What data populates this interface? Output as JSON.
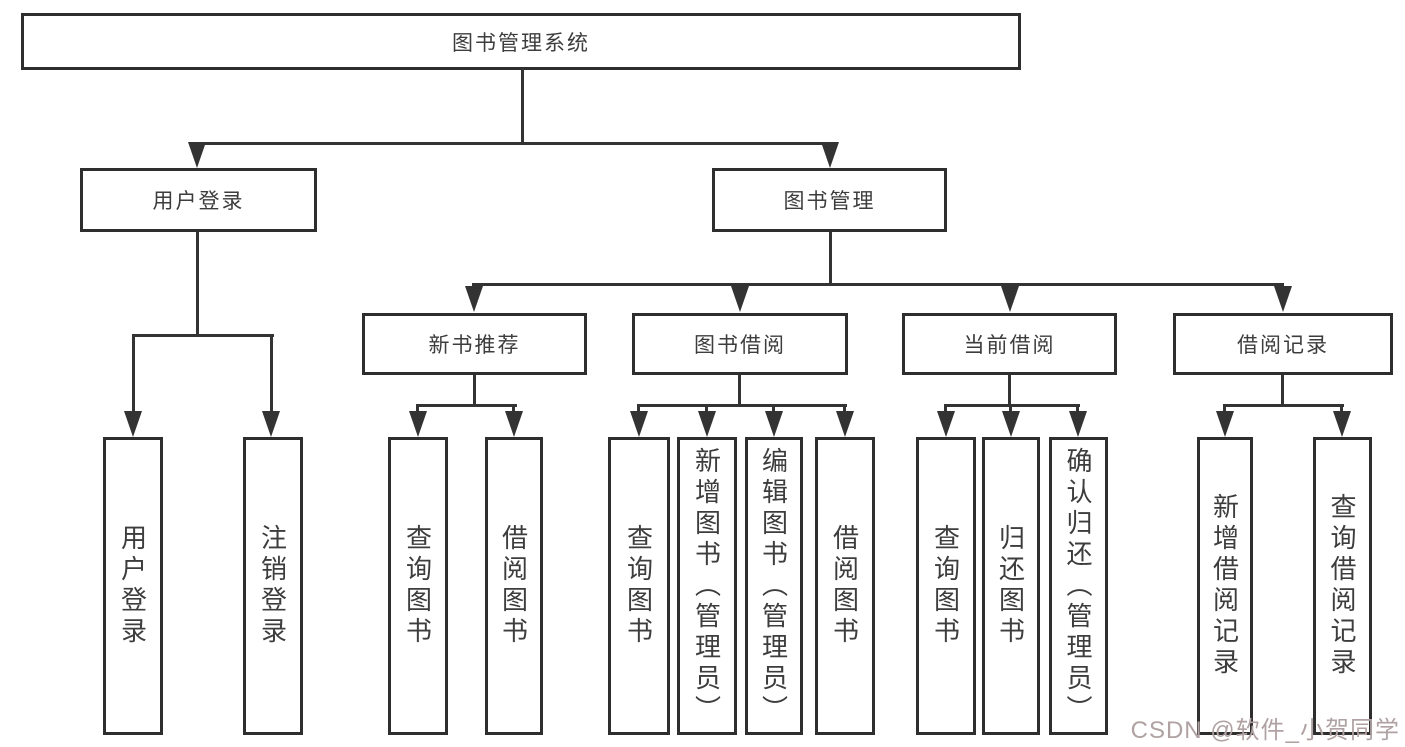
{
  "tree": {
    "root": "图书管理系统",
    "branches": [
      {
        "label": "用户登录",
        "children": [
          {
            "label": "用户登录"
          },
          {
            "label": "注销登录"
          }
        ]
      },
      {
        "label": "图书管理",
        "children": [
          {
            "label": "新书推荐",
            "children": [
              {
                "label": "查询图书"
              },
              {
                "label": "借阅图书"
              }
            ]
          },
          {
            "label": "图书借阅",
            "children": [
              {
                "label": "查询图书"
              },
              {
                "label": "新增图书（管理员）"
              },
              {
                "label": "编辑图书（管理员）"
              },
              {
                "label": "借阅图书"
              }
            ]
          },
          {
            "label": "当前借阅",
            "children": [
              {
                "label": "查询图书"
              },
              {
                "label": "归还图书"
              },
              {
                "label": "确认归还（管理员）"
              }
            ]
          },
          {
            "label": "借阅记录",
            "children": [
              {
                "label": "新增借阅记录"
              },
              {
                "label": "查询借阅记录"
              }
            ]
          }
        ]
      }
    ]
  },
  "watermark": "CSDN @软件_小贺同学",
  "colors": {
    "line": "#333333",
    "border": "#2e2e2e",
    "text": "#3d3d3d",
    "watermark": "#b0a2a2",
    "background": "#ffffff"
  }
}
